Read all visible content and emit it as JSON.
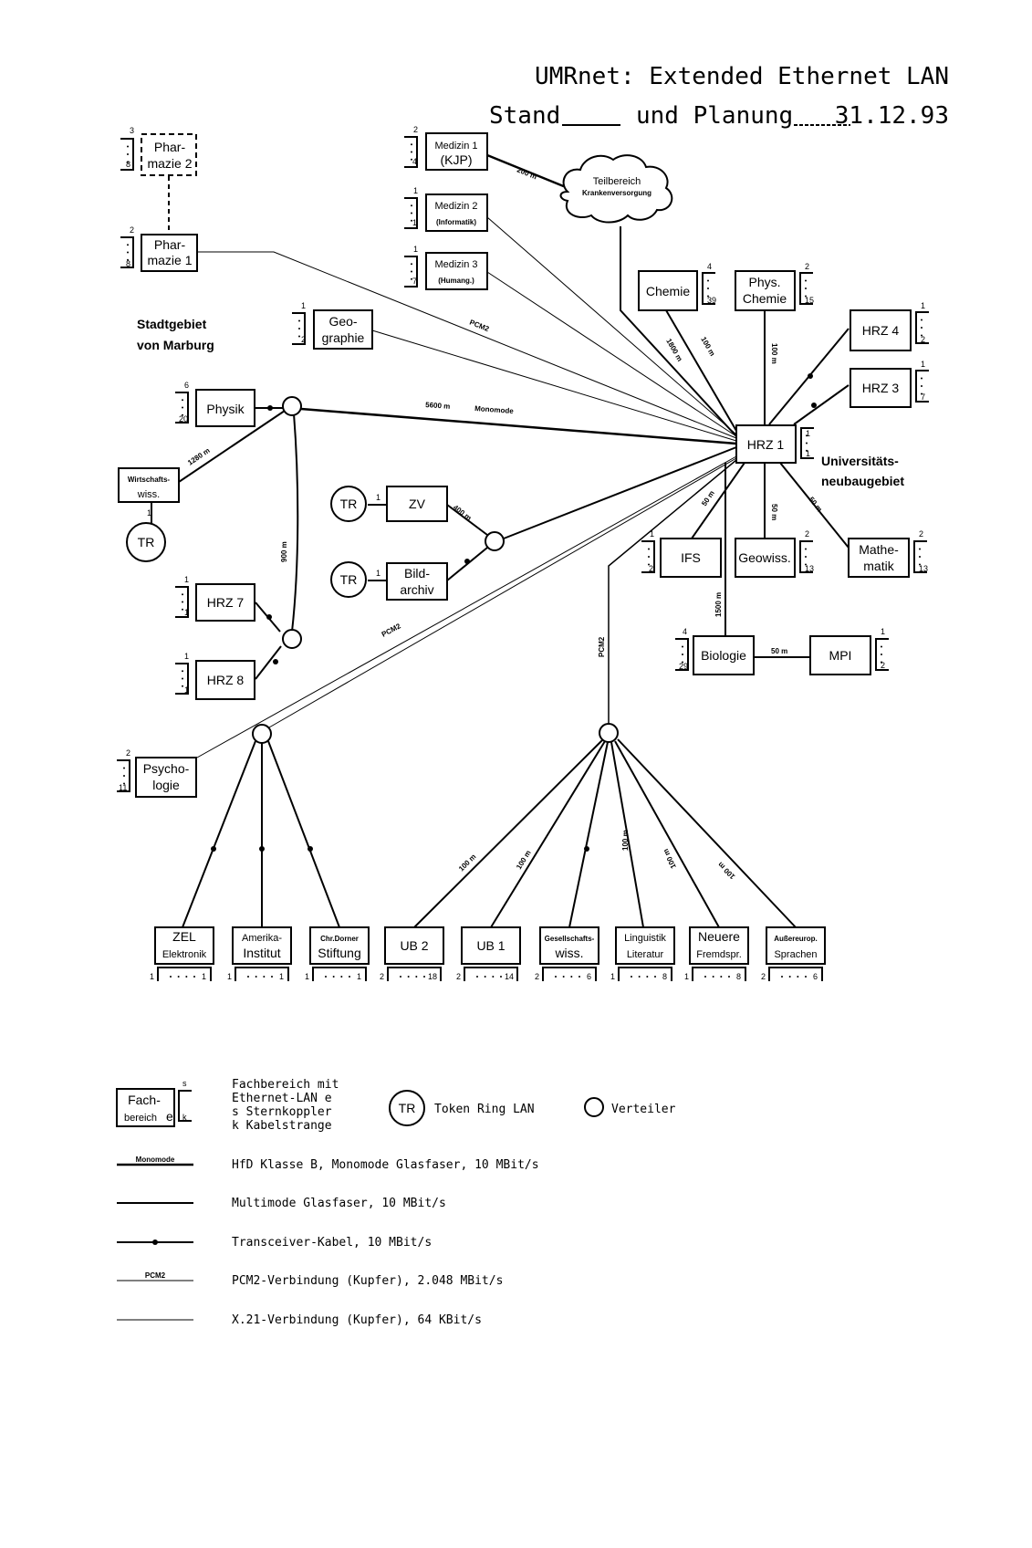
{
  "title": {
    "line1": "UMRnet: Extended Ethernet LAN",
    "stand": "Stand",
    "planung": "und Planung",
    "date": "31.12.93"
  },
  "areas": {
    "stadt": [
      "Stadtgebiet",
      "von Marburg"
    ],
    "neubau": [
      "Universitäts-",
      "neubaugebiet"
    ]
  },
  "cloud_label": [
    "Teilbereich",
    "Krankenversorgung"
  ],
  "nodes": {
    "pharmazie2": {
      "lines": [
        "Phar-",
        "mazie 2"
      ],
      "s": "3",
      "k": "8"
    },
    "pharmazie1": {
      "lines": [
        "Phar-",
        "mazie 1"
      ],
      "s": "2",
      "k": "8"
    },
    "medizin1": {
      "lines": [
        "Medizin 1",
        "(KJP)"
      ],
      "s": "2",
      "k": "4"
    },
    "medizin2": {
      "lines": [
        "Medizin 2",
        "(Informatik)"
      ],
      "s": "1",
      "k": "1"
    },
    "medizin3": {
      "lines": [
        "Medizin 3",
        "(Humang.)"
      ],
      "s": "1",
      "k": "7"
    },
    "geographie": {
      "lines": [
        "Geo-",
        "graphie"
      ],
      "s": "1",
      "k": "2"
    },
    "physik": {
      "lines": [
        "Physik"
      ],
      "s": "6",
      "k": "20"
    },
    "wirtschaft": {
      "lines": [
        "Wirtschafts-",
        "wiss."
      ],
      "tr": "1"
    },
    "zv": {
      "lines": [
        "ZV"
      ],
      "tr": "1"
    },
    "bildarchiv": {
      "lines": [
        "Bild-",
        "archiv"
      ],
      "tr": "1"
    },
    "hrz7": {
      "lines": [
        "HRZ 7"
      ],
      "s": "1",
      "k": "1"
    },
    "hrz8": {
      "lines": [
        "HRZ 8"
      ],
      "s": "1",
      "k": "1"
    },
    "psychologie": {
      "lines": [
        "Psycho-",
        "logie"
      ],
      "s": "2",
      "k": "11"
    },
    "chemie": {
      "lines": [
        "Chemie"
      ],
      "s": "4",
      "k": "39"
    },
    "physchemie": {
      "lines": [
        "Phys.",
        "Chemie"
      ],
      "s": "2",
      "k": "15"
    },
    "hrz4": {
      "lines": [
        "HRZ 4"
      ],
      "s": "1",
      "k": "2"
    },
    "hrz3": {
      "lines": [
        "HRZ 3"
      ],
      "s": "1",
      "k": "7"
    },
    "hrz1": {
      "lines": [
        "HRZ 1"
      ],
      "s": "1",
      "k": "1"
    },
    "ifs": {
      "lines": [
        "IFS"
      ],
      "s": "1",
      "k": "2"
    },
    "geowiss": {
      "lines": [
        "Geowiss."
      ],
      "s": "2",
      "k": "13"
    },
    "mathematik": {
      "lines": [
        "Mathe-",
        "matik"
      ],
      "s": "2",
      "k": "13"
    },
    "biologie": {
      "lines": [
        "Biologie"
      ],
      "s": "4",
      "k": "29"
    },
    "mpi": {
      "lines": [
        "MPI"
      ],
      "s": "1",
      "k": "2"
    },
    "zel": {
      "lines": [
        "ZEL",
        "Elektronik"
      ],
      "s": "1",
      "k": "1"
    },
    "amerika": {
      "lines": [
        "Amerika-",
        "Institut"
      ],
      "s": "1",
      "k": "1"
    },
    "dorner": {
      "lines": [
        "Chr.Dorner",
        "Stiftung"
      ],
      "s": "1",
      "k": "1"
    },
    "ub2": {
      "lines": [
        "UB 2"
      ],
      "s": "2",
      "k": "18"
    },
    "ub1": {
      "lines": [
        "UB 1"
      ],
      "s": "2",
      "k": "14"
    },
    "gesellschaft": {
      "lines": [
        "Gesellschafts-",
        "wiss."
      ],
      "s": "2",
      "k": "6"
    },
    "linguistik": {
      "lines": [
        "Linguistik",
        "Literatur"
      ],
      "s": "1",
      "k": "8"
    },
    "neuere": {
      "lines": [
        "Neuere",
        "Fremdspr."
      ],
      "s": "1",
      "k": "8"
    },
    "aussereurop": {
      "lines": [
        "Außereurop.",
        "Sprachen"
      ],
      "s": "2",
      "k": "6"
    }
  },
  "tr_label": "TR",
  "edge_labels": {
    "med1_cloud": "200 m",
    "pcm2_pharm": "PCM2",
    "physik_hrz1": "5600 m",
    "monomode": "Monomode",
    "wirtschaft": "1280 m",
    "vertical_900": "900 m",
    "zv_400": "400 m",
    "pcm2_psych": "PCM2",
    "pcm2_bottom": "PCM2",
    "chemie_1800": "1800 m",
    "chemie_100": "100 m",
    "physchem_100": "100 m",
    "ifs_50": "50 m",
    "geo_50": "50 m",
    "math_50": "50 m",
    "bio_1500": "1500 m",
    "mpi_50": "50 m",
    "ub2_100": "100 m",
    "ub1_100": "100 m",
    "ling_100": "100 m",
    "neuere_100": "100 m",
    "ausser_100": "100 m"
  },
  "legend": {
    "box_lines": [
      "Fach-",
      "bereich"
    ],
    "box_e": "e",
    "box_s": "s",
    "box_k": "k",
    "desc": [
      "Fachbereich mit",
      "Ethernet-LAN e",
      "s Sternkoppler",
      "k Kabelstrange"
    ],
    "tr_desc": "Token Ring LAN",
    "verteiler": "Verteiler",
    "monomode_tag": "Monomode",
    "pcm2_tag": "PCM2",
    "items": [
      "HfD Klasse B, Monomode Glasfaser, 10 MBit/s",
      "Multimode Glasfaser, 10 MBit/s",
      "Transceiver-Kabel, 10 MBit/s",
      "PCM2-Verbindung (Kupfer), 2.048 MBit/s",
      "X.21-Verbindung (Kupfer), 64 KBit/s"
    ]
  }
}
